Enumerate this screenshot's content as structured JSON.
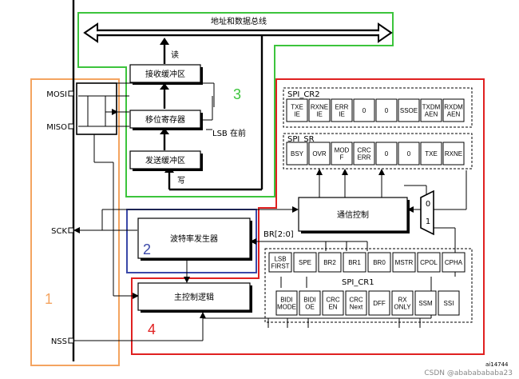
{
  "bus_label": "地址和数据总线",
  "read_label": "读",
  "write_label": "写",
  "rx_buffer": "接收缓冲区",
  "shift_register": "移位寄存器",
  "tx_buffer": "发送缓冲区",
  "lsb_first_note": "LSB 在前",
  "baud_generator": "波特率发生器",
  "master_control": "主控制逻辑",
  "comm_control": "通信控制",
  "br_label": "BR[2:0]",
  "mux_0": "0",
  "mux_1": "1",
  "pins": {
    "mosi": "MOSI",
    "miso": "MISO",
    "sck": "SCK",
    "nss": "NSS"
  },
  "regions": {
    "r1": "1",
    "r2": "2",
    "r3": "3",
    "r4": "4"
  },
  "colors": {
    "r1": "#f4a460",
    "r2": "#3a48a8",
    "r3": "#3cc43c",
    "r4": "#e02020"
  },
  "spi_cr2": {
    "name": "SPI_CR2",
    "bits": [
      [
        "TXE",
        "IE"
      ],
      [
        "RXNE",
        "IE"
      ],
      [
        "ERR",
        "IE"
      ],
      [
        "0"
      ],
      [
        "0"
      ],
      [
        "SSOE"
      ],
      [
        "TXDM",
        "AEN"
      ],
      [
        "RXDM",
        "AEN"
      ]
    ]
  },
  "spi_sr": {
    "name": "SPI_SR",
    "bits": [
      [
        "BSY"
      ],
      [
        "OVR"
      ],
      [
        "MOD",
        "F"
      ],
      [
        "CRC",
        "ERR"
      ],
      [
        "0"
      ],
      [
        "0"
      ],
      [
        "TXE"
      ],
      [
        "RXNE"
      ]
    ]
  },
  "spi_cr1": {
    "name": "SPI_CR1",
    "top_bits": [
      [
        "LSB",
        "FIRST"
      ],
      [
        "SPE"
      ],
      [
        "BR2"
      ],
      [
        "BR1"
      ],
      [
        "BR0"
      ],
      [
        "MSTR"
      ],
      [
        "CPOL"
      ],
      [
        "CPHA"
      ]
    ],
    "bottom_bits": [
      [
        "BIDI",
        "MODE"
      ],
      [
        "BIDI",
        "OE"
      ],
      [
        "CRC",
        "EN"
      ],
      [
        "CRC",
        "Next"
      ],
      [
        "DFF"
      ],
      [
        "RX",
        "ONLY"
      ],
      [
        "SSM"
      ],
      [
        "SSI"
      ]
    ]
  },
  "figure_id": "ai14744",
  "watermark": "CSDN @abababababa23"
}
